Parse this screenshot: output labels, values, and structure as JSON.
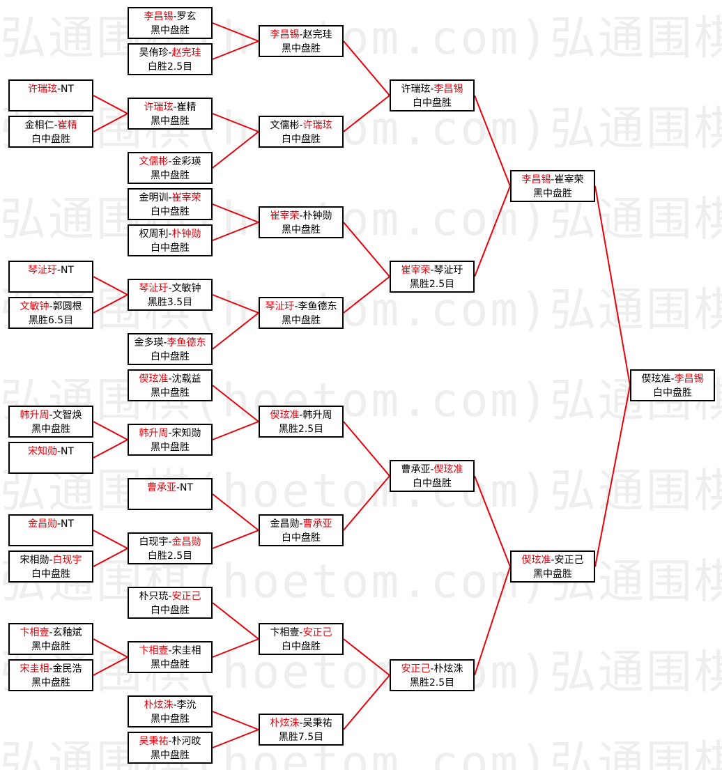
{
  "watermark": "弘通围棋(hoetom.com)",
  "colors": {
    "winner": "#e8000b",
    "line": "#e8000b",
    "border": "#000000"
  },
  "round1": [
    {
      "id": "r1-1",
      "a": "许瑞玹",
      "b": "NT",
      "w": "a",
      "result": ""
    },
    {
      "id": "r1-2",
      "a": "金相仁",
      "b": "崔精",
      "w": "b",
      "result": "白中盘胜"
    },
    {
      "id": "r1-3",
      "a": "琴沚玗",
      "b": "NT",
      "w": "a",
      "result": ""
    },
    {
      "id": "r1-4",
      "a": "文敏钟",
      "b": "郭圆根",
      "w": "a",
      "result": "黑胜6.5目"
    },
    {
      "id": "r1-5",
      "a": "韩升周",
      "b": "文智焕",
      "w": "a",
      "result": "黑中盘胜"
    },
    {
      "id": "r1-6",
      "a": "宋知勋",
      "b": "NT",
      "w": "a",
      "result": ""
    },
    {
      "id": "r1-7",
      "a": "金昌勋",
      "b": "NT",
      "w": "a",
      "result": ""
    },
    {
      "id": "r1-8",
      "a": "宋相勋",
      "b": "白现宇",
      "w": "b",
      "result": "白中盘胜"
    },
    {
      "id": "r1-9",
      "a": "卞相壹",
      "b": "玄釉斌",
      "w": "a",
      "result": "黑中盘胜"
    },
    {
      "id": "r1-10",
      "a": "宋圭相",
      "b": "金民浩",
      "w": "a",
      "result": "黑中盘胜"
    }
  ],
  "round2": [
    {
      "id": "r2-1",
      "a": "李昌锡",
      "b": "罗玄",
      "w": "a",
      "result": "黑中盘胜"
    },
    {
      "id": "r2-2",
      "a": "吴侑珍",
      "b": "赵完珪",
      "w": "b",
      "result": "白胜2.5目"
    },
    {
      "id": "r2-3",
      "a": "许瑞玹",
      "b": "崔精",
      "w": "a",
      "result": "黑中盘胜"
    },
    {
      "id": "r2-4",
      "a": "文儒彬",
      "b": "金彩瑛",
      "w": "a",
      "result": "黑中盘胜"
    },
    {
      "id": "r2-5",
      "a": "金明训",
      "b": "崔宰荣",
      "w": "b",
      "result": "白中盘胜"
    },
    {
      "id": "r2-6",
      "a": "权周利",
      "b": "朴钟勋",
      "w": "b",
      "result": "白中盘胜"
    },
    {
      "id": "r2-7",
      "a": "琴沚玗",
      "b": "文敏钟",
      "w": "a",
      "result": "黑胜3.5目"
    },
    {
      "id": "r2-8",
      "a": "金多瑛",
      "b": "李鱼德东",
      "w": "b",
      "result": "白中盘胜"
    },
    {
      "id": "r2-9",
      "a": "偰玹准",
      "b": "沈载益",
      "w": "a",
      "result": "黑中盘胜"
    },
    {
      "id": "r2-10",
      "a": "韩升周",
      "b": "宋知勋",
      "w": "a",
      "result": "黑中盘胜"
    },
    {
      "id": "r2-11",
      "a": "曹承亚",
      "b": "NT",
      "w": "a",
      "result": ""
    },
    {
      "id": "r2-12",
      "a": "白现宇",
      "b": "金昌勋",
      "w": "b",
      "result": "白胜2.5目"
    },
    {
      "id": "r2-13",
      "a": "朴只珫",
      "b": "安正己",
      "w": "b",
      "result": "白中盘胜"
    },
    {
      "id": "r2-14",
      "a": "卞相壹",
      "b": "宋圭相",
      "w": "a",
      "result": "黑中盘胜"
    },
    {
      "id": "r2-15",
      "a": "朴炫洙",
      "b": "李沇",
      "w": "a",
      "result": "黑中盘胜"
    },
    {
      "id": "r2-16",
      "a": "吴秉祐",
      "b": "朴河旼",
      "w": "a",
      "result": "黑中盘胜"
    }
  ],
  "round3": [
    {
      "id": "r3-1",
      "a": "李昌锡",
      "b": "赵完珪",
      "w": "a",
      "result": "黑中盘胜"
    },
    {
      "id": "r3-2",
      "a": "文儒彬",
      "b": "许瑞玹",
      "w": "b",
      "result": "白中盘胜"
    },
    {
      "id": "r3-3",
      "a": "崔宰荣",
      "b": "朴钟勋",
      "w": "a",
      "result": "黑中盘胜"
    },
    {
      "id": "r3-4",
      "a": "琴沚玗",
      "b": "李鱼德东",
      "w": "a",
      "result": "黑中盘胜"
    },
    {
      "id": "r3-5",
      "a": "偰玹准",
      "b": "韩升周",
      "w": "a",
      "result": "黑胜2.5目"
    },
    {
      "id": "r3-6",
      "a": "金昌勋",
      "b": "曹承亚",
      "w": "b",
      "result": "白中盘胜"
    },
    {
      "id": "r3-7",
      "a": "卞相壹",
      "b": "安正己",
      "w": "b",
      "result": "白中盘胜"
    },
    {
      "id": "r3-8",
      "a": "朴炫洙",
      "b": "吴秉祐",
      "w": "a",
      "result": "黑胜7.5目"
    }
  ],
  "round4": [
    {
      "id": "r4-1",
      "a": "许瑞玹",
      "b": "李昌锡",
      "w": "b",
      "result": "白中盘胜"
    },
    {
      "id": "r4-2",
      "a": "崔宰荣",
      "b": "琴沚玗",
      "w": "a",
      "result": "黑胜2.5目"
    },
    {
      "id": "r4-3",
      "a": "曹承亚",
      "b": "偰玹准",
      "w": "b",
      "result": "白中盘胜"
    },
    {
      "id": "r4-4",
      "a": "安正己",
      "b": "朴炫洙",
      "w": "a",
      "result": "黑胜2.5目"
    }
  ],
  "round5": [
    {
      "id": "r5-1",
      "a": "李昌锡",
      "b": "崔宰荣",
      "w": "a",
      "result": "黑中盘胜"
    },
    {
      "id": "r5-2",
      "a": "偰玹准",
      "b": "安正己",
      "w": "a",
      "result": "黑中盘胜"
    }
  ],
  "final": [
    {
      "id": "f",
      "a": "偰玹准",
      "b": "李昌锡",
      "w": "b",
      "result": "白中盘胜"
    }
  ],
  "links": [
    [
      "r1-1",
      "r2-3"
    ],
    [
      "r1-2",
      "r2-3"
    ],
    [
      "r1-3",
      "r2-7"
    ],
    [
      "r1-4",
      "r2-7"
    ],
    [
      "r1-5",
      "r2-10"
    ],
    [
      "r1-6",
      "r2-10"
    ],
    [
      "r1-7",
      "r2-12"
    ],
    [
      "r1-8",
      "r2-12"
    ],
    [
      "r1-9",
      "r2-14"
    ],
    [
      "r1-10",
      "r2-14"
    ],
    [
      "r2-1",
      "r3-1"
    ],
    [
      "r2-2",
      "r3-1"
    ],
    [
      "r2-3",
      "r3-2"
    ],
    [
      "r2-4",
      "r3-2"
    ],
    [
      "r2-5",
      "r3-3"
    ],
    [
      "r2-6",
      "r3-3"
    ],
    [
      "r2-7",
      "r3-4"
    ],
    [
      "r2-8",
      "r3-4"
    ],
    [
      "r2-9",
      "r3-5"
    ],
    [
      "r2-10",
      "r3-5"
    ],
    [
      "r2-11",
      "r3-6"
    ],
    [
      "r2-12",
      "r3-6"
    ],
    [
      "r2-13",
      "r3-7"
    ],
    [
      "r2-14",
      "r3-7"
    ],
    [
      "r2-15",
      "r3-8"
    ],
    [
      "r2-16",
      "r3-8"
    ],
    [
      "r3-1",
      "r4-1"
    ],
    [
      "r3-2",
      "r4-1"
    ],
    [
      "r3-3",
      "r4-2"
    ],
    [
      "r3-4",
      "r4-2"
    ],
    [
      "r3-5",
      "r4-3"
    ],
    [
      "r3-6",
      "r4-3"
    ],
    [
      "r3-7",
      "r4-4"
    ],
    [
      "r3-8",
      "r4-4"
    ],
    [
      "r4-1",
      "r5-1"
    ],
    [
      "r4-2",
      "r5-1"
    ],
    [
      "r4-3",
      "r5-2"
    ],
    [
      "r4-4",
      "r5-2"
    ],
    [
      "r5-1",
      "f"
    ],
    [
      "r5-2",
      "f"
    ]
  ]
}
